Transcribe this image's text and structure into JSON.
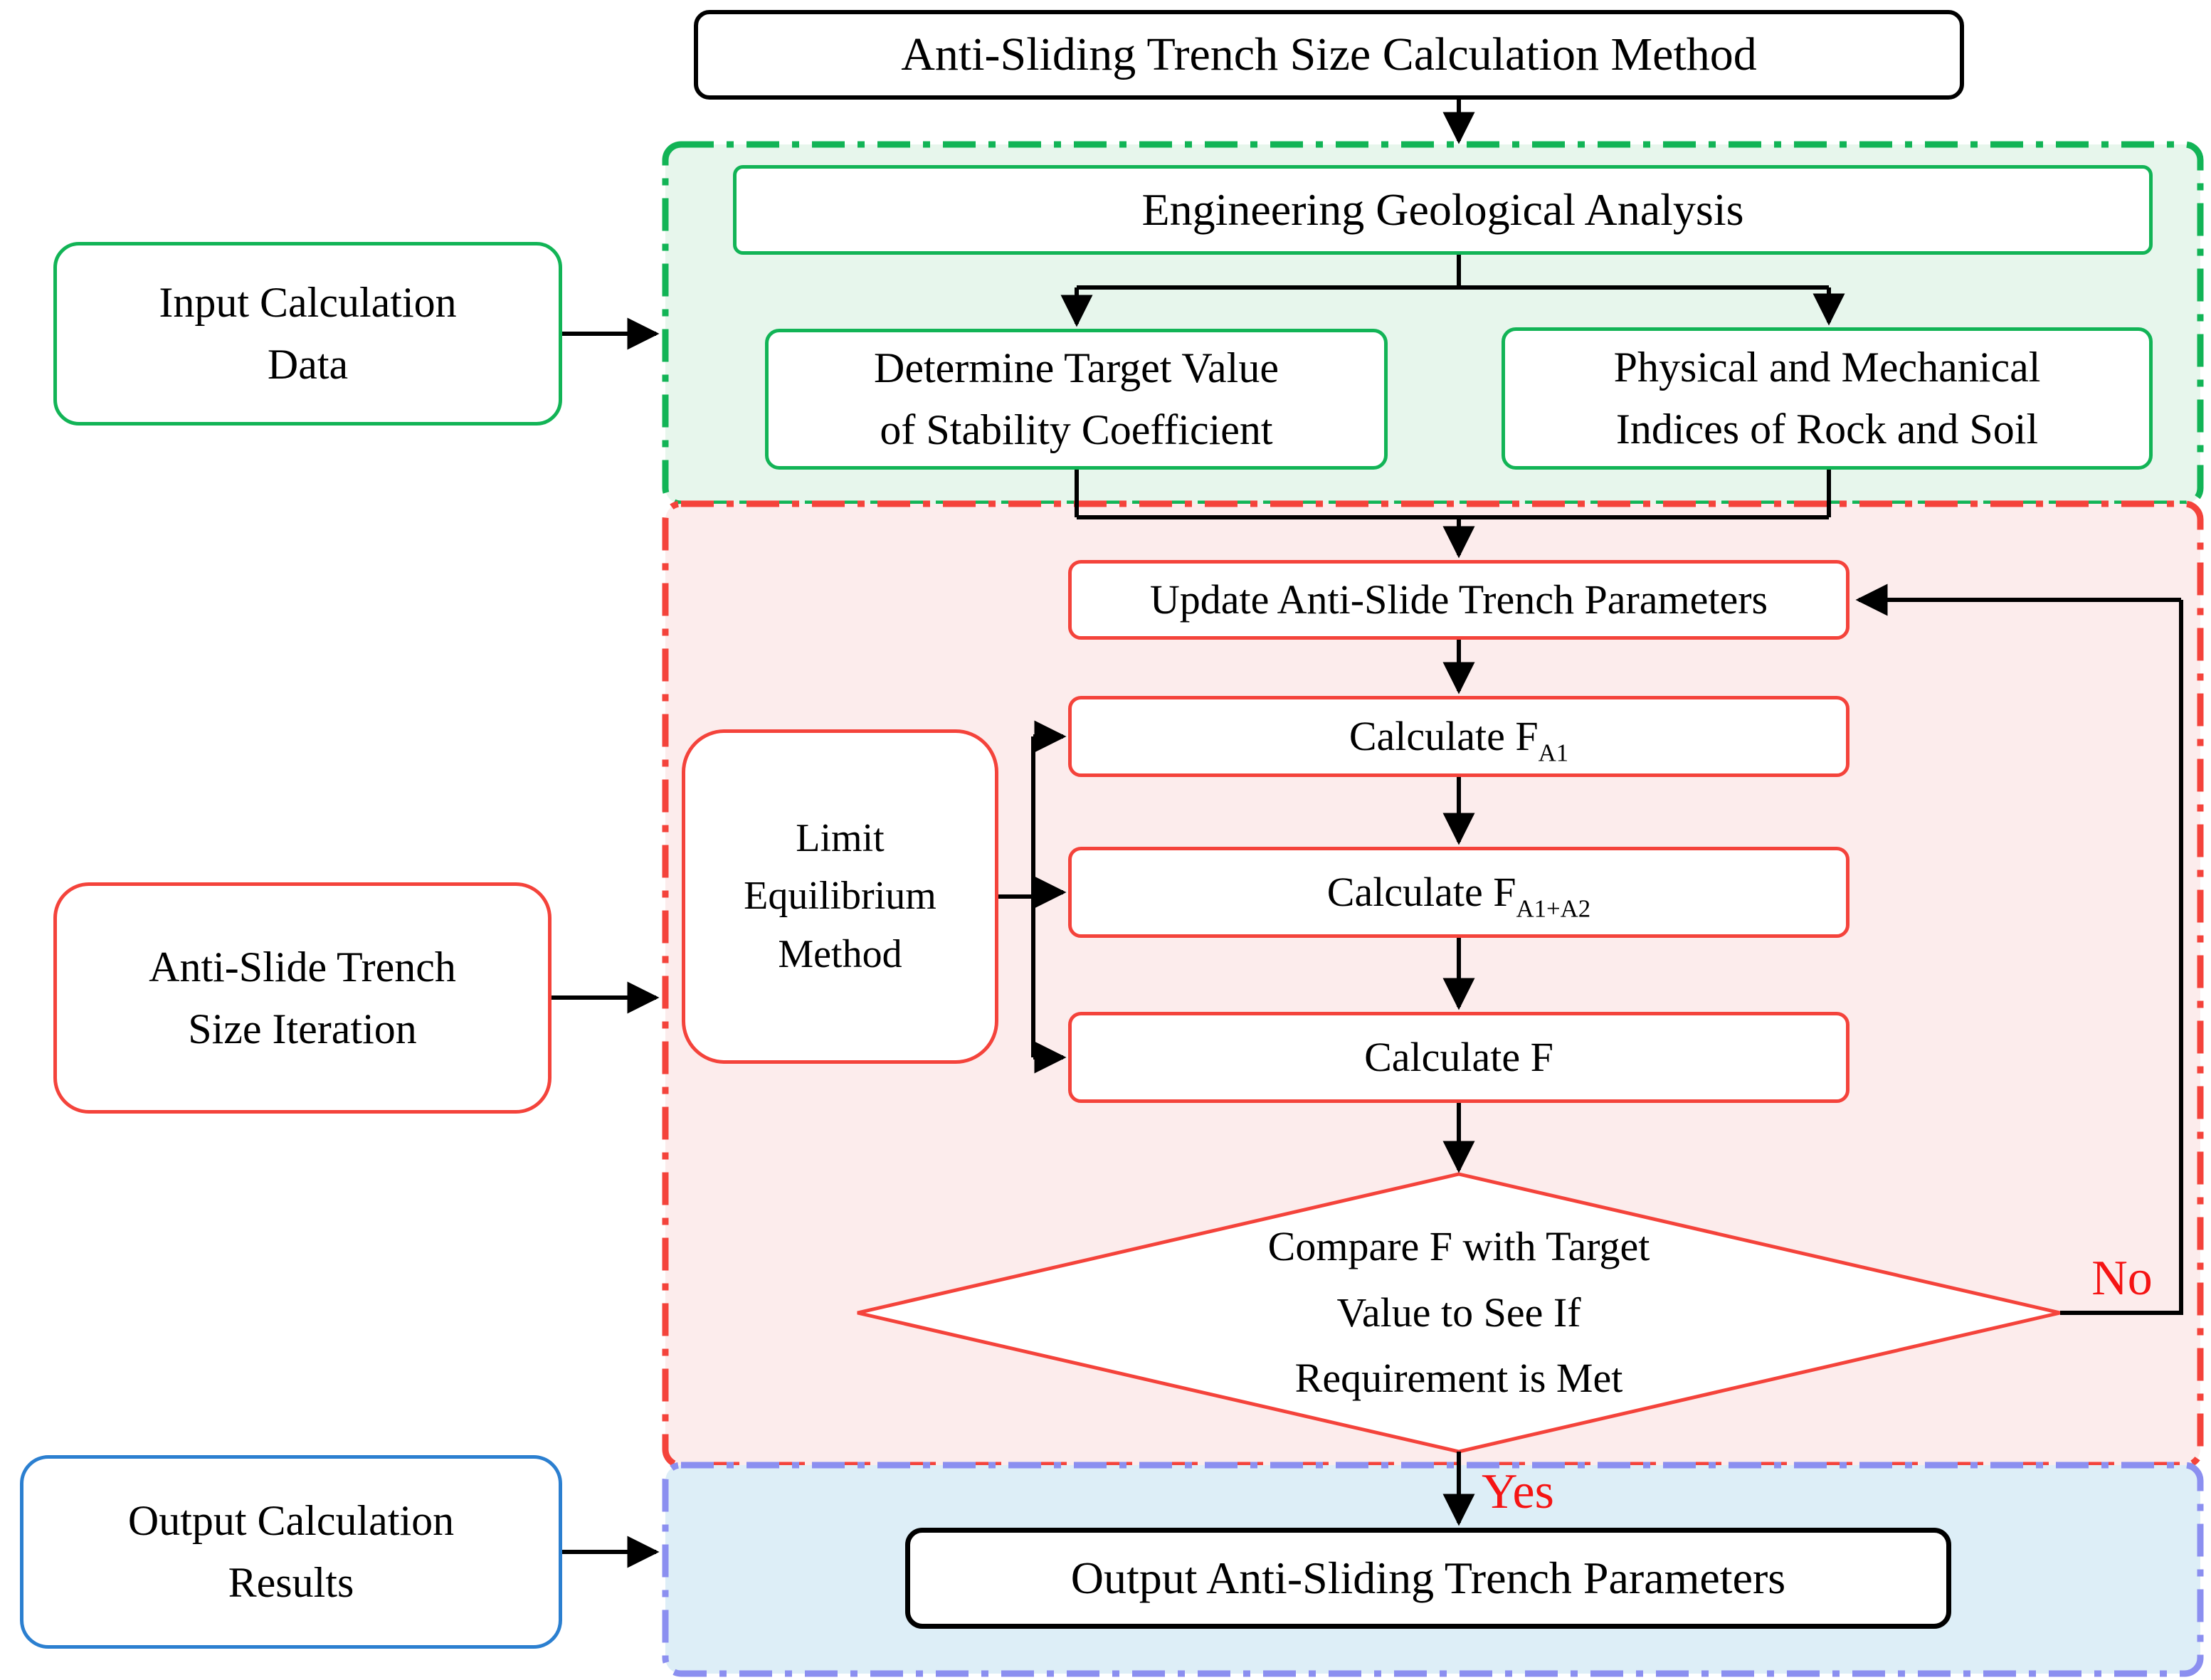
{
  "title_box": {
    "label": "Anti-Sliding Trench Size Calculation Method"
  },
  "left_column": {
    "input_box": {
      "line1": "Input Calculation",
      "line2": "Data"
    },
    "iteration_box": {
      "line1": "Anti-Slide Trench",
      "line2": "Size Iteration"
    },
    "results_box": {
      "line1": "Output Calculation",
      "line2": "Results"
    }
  },
  "green_section": {
    "engineering_box": {
      "label": "Engineering Geological Analysis"
    },
    "determine_box": {
      "line1": "Determine Target Value",
      "line2": "of Stability Coefficient"
    },
    "physical_box": {
      "line1": "Physical and Mechanical",
      "line2": "Indices of Rock and Soil"
    }
  },
  "red_section": {
    "update_box": {
      "label": "Update Anti-Slide Trench Parameters"
    },
    "calc_fa1": {
      "label": "Calculate F",
      "sub": "A1"
    },
    "calc_fa1a2": {
      "label": "Calculate F",
      "sub": "A1+A2"
    },
    "calc_f": {
      "label": "Calculate F",
      "sub": ""
    },
    "limit_box": {
      "line1": "Limit",
      "line2": "Equilibrium",
      "line3": "Method"
    },
    "diamond": {
      "line1": "Compare F with Target",
      "line2": "Value to See If",
      "line3": "Requirement is Met"
    },
    "no_label": "No"
  },
  "blue_section": {
    "yes_label": "Yes",
    "output_box": {
      "label": "Output Anti-Sliding Trench Parameters"
    }
  },
  "colors": {
    "green_border": "#12b456",
    "green_bg": "#e7f6ec",
    "red_border": "#f4433b",
    "red_bg": "#fcecec",
    "blue_box_border": "#2b7fd0",
    "purple_border": "#8b8ff0",
    "blue_bg": "#ddeef7",
    "label_red": "#f51414",
    "line_black": "#000000"
  }
}
